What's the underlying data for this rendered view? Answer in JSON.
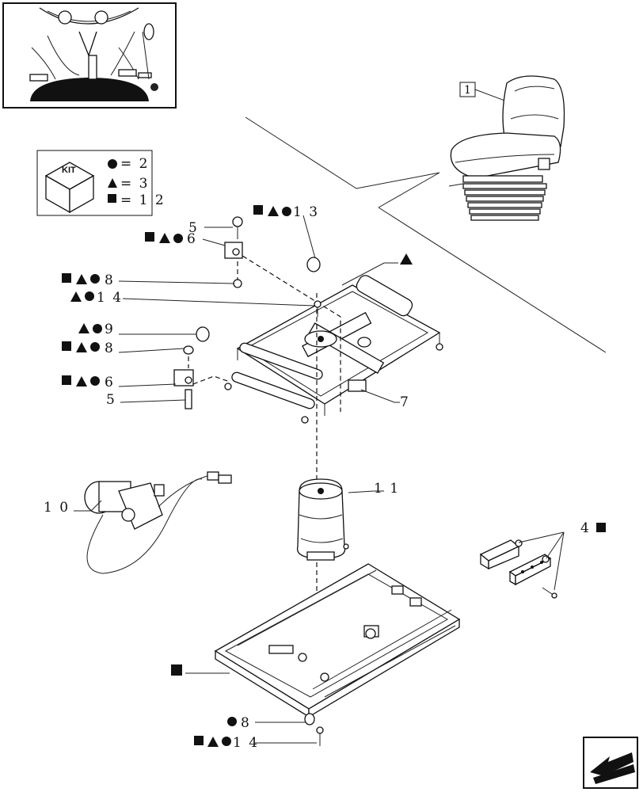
{
  "legend": {
    "kit_label": "KIT",
    "row1": "= 2",
    "row2": "= 3",
    "row3": "= 1 2"
  },
  "seat": {
    "box_label": "1"
  },
  "labels": {
    "p13": "1 3",
    "p5a": "5",
    "p6a": "6",
    "p8a": "8",
    "p14a": "1 4",
    "p9": "9",
    "p8b": "8",
    "p6b": "6",
    "p5b": "5",
    "p7": "7",
    "p11": "1 1",
    "p10": "1 0",
    "p4": "4",
    "p8c": "8",
    "p14b": "1 4"
  },
  "symbols": {
    "circle": "black-circle-icon",
    "triangle": "black-triangle-icon",
    "square": "black-square-icon"
  }
}
